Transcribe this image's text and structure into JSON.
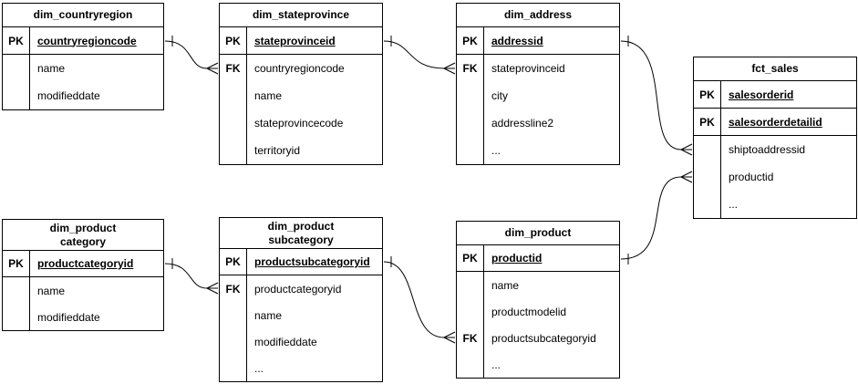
{
  "tables": [
    {
      "name": "dim_countryregion",
      "title": "dim_countryregion",
      "rows": [
        {
          "key": "PK",
          "field": "countryregioncode"
        },
        {
          "key": "",
          "field": "name"
        },
        {
          "key": "",
          "field": "modifieddate"
        }
      ]
    },
    {
      "name": "dim_stateprovince",
      "title": "dim_stateprovince",
      "rows": [
        {
          "key": "PK",
          "field": "stateprovinceid"
        },
        {
          "key": "FK",
          "field": "countryregioncode"
        },
        {
          "key": "",
          "field": "name"
        },
        {
          "key": "",
          "field": "stateprovincecode"
        },
        {
          "key": "",
          "field": "territoryid"
        }
      ]
    },
    {
      "name": "dim_address",
      "title": "dim_address",
      "rows": [
        {
          "key": "PK",
          "field": "addressid"
        },
        {
          "key": "FK",
          "field": "stateprovinceid"
        },
        {
          "key": "",
          "field": "city"
        },
        {
          "key": "",
          "field": "addressline2"
        },
        {
          "key": "",
          "field": "..."
        }
      ]
    },
    {
      "name": "fct_sales",
      "title": "fct_sales",
      "rows": [
        {
          "key": "PK",
          "field": "salesorderid"
        },
        {
          "key": "PK",
          "field": "salesorderdetailid"
        },
        {
          "key": "",
          "field": "shiptoaddressid"
        },
        {
          "key": "",
          "field": "productid"
        },
        {
          "key": "",
          "field": "..."
        }
      ]
    },
    {
      "name": "dim_product_category",
      "title": "dim_product\ncategory",
      "rows": [
        {
          "key": "PK",
          "field": "productcategoryid"
        },
        {
          "key": "",
          "field": "name"
        },
        {
          "key": "",
          "field": "modifieddate"
        }
      ]
    },
    {
      "name": "dim_product_subcategory",
      "title": "dim_product\nsubcategory",
      "rows": [
        {
          "key": "PK",
          "field": "productsubcategoryid"
        },
        {
          "key": "FK",
          "field": "productcategoryid"
        },
        {
          "key": "",
          "field": "name"
        },
        {
          "key": "",
          "field": "modifieddate"
        },
        {
          "key": "",
          "field": "..."
        }
      ]
    },
    {
      "name": "dim_product",
      "title": "dim_product",
      "rows": [
        {
          "key": "PK",
          "field": "productid"
        },
        {
          "key": "",
          "field": "name"
        },
        {
          "key": "",
          "field": "productmodelid"
        },
        {
          "key": "FK",
          "field": "productsubcategoryid"
        },
        {
          "key": "",
          "field": "..."
        }
      ]
    }
  ],
  "relationships": [
    {
      "from": "dim_countryregion.countryregioncode",
      "to": "dim_stateprovince.countryregioncode",
      "cardinality": "one-to-many"
    },
    {
      "from": "dim_stateprovince.stateprovinceid",
      "to": "dim_address.stateprovinceid",
      "cardinality": "one-to-many"
    },
    {
      "from": "dim_address.addressid",
      "to": "fct_sales.shiptoaddressid",
      "cardinality": "one-to-many"
    },
    {
      "from": "dim_product.productid",
      "to": "fct_sales.productid",
      "cardinality": "one-to-many"
    },
    {
      "from": "dim_product_category.productcategoryid",
      "to": "dim_product_subcategory.productcategoryid",
      "cardinality": "one-to-many"
    },
    {
      "from": "dim_product_subcategory.productsubcategoryid",
      "to": "dim_product.productsubcategoryid",
      "cardinality": "one-to-many"
    }
  ],
  "colors": {
    "border": "#000000",
    "background": "#ffffff",
    "text": "#000000"
  }
}
